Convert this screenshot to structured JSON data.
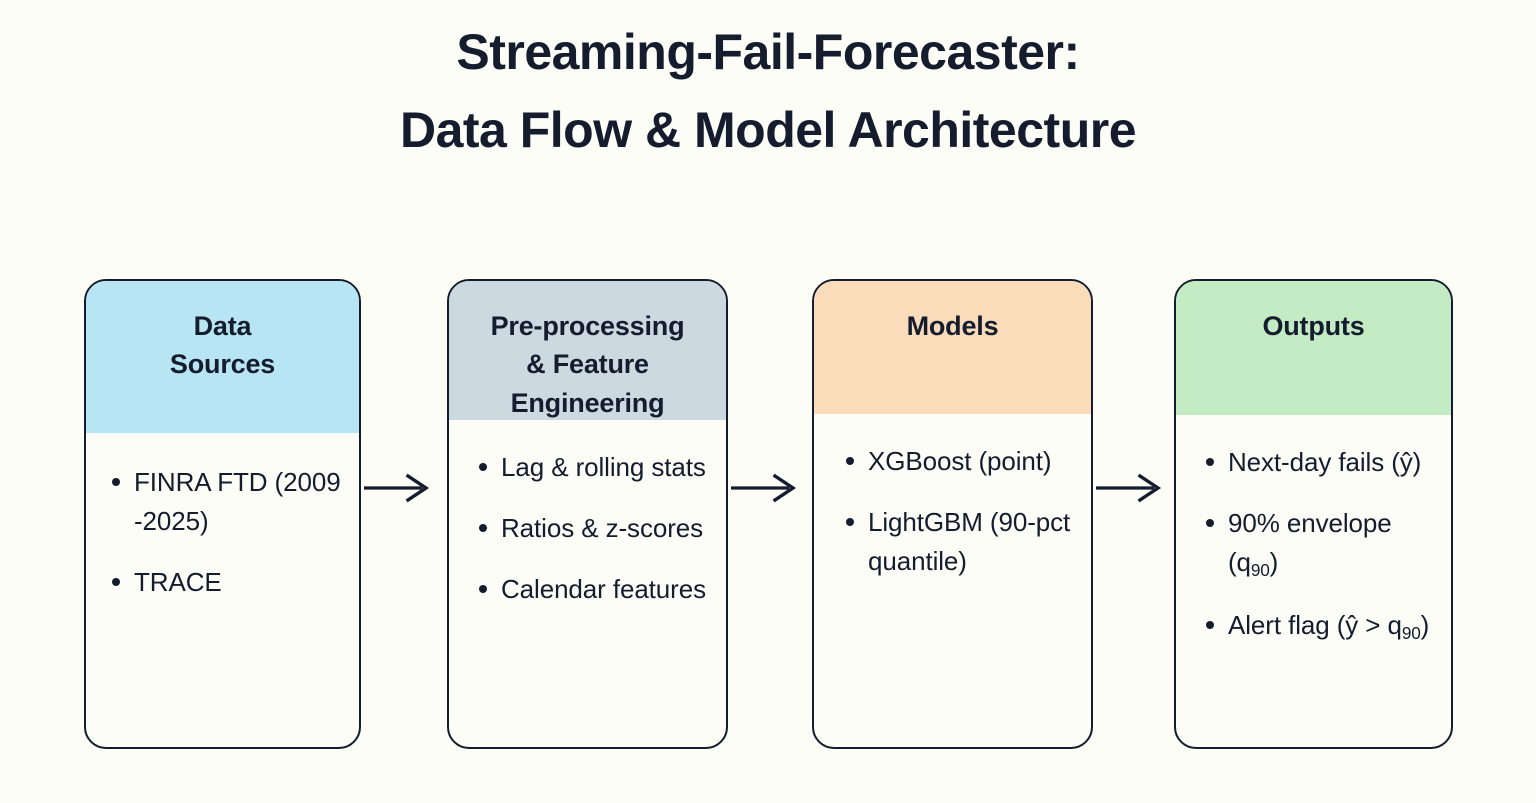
{
  "title": {
    "line1": "Streaming-Fail-Forecaster:",
    "line2": "Data Flow & Model Architecture"
  },
  "colors": {
    "background": "#fdfdf7",
    "ink": "#141c2e",
    "card_border": "#141c2e",
    "header_data_sources": "#b8e5f4",
    "header_preprocessing": "#ccd9e1",
    "header_models": "#fadcbb",
    "header_outputs": "#c4ecc4"
  },
  "flow": {
    "cards": [
      {
        "id": "data-sources",
        "header": "Data\nSources",
        "header_lines": [
          "Data",
          "Sources"
        ],
        "bullets": [
          "FINRA FTD (2009 -2025)",
          "TRACE"
        ]
      },
      {
        "id": "preprocessing",
        "header": "Pre-processing & Feature Engineering",
        "header_lines": [
          "Pre-processing",
          "& Feature",
          "Engineering"
        ],
        "bullets": [
          "Lag & rolling stats",
          "Ratios & z-scores",
          "Calendar features"
        ]
      },
      {
        "id": "models",
        "header": "Models",
        "header_lines": [
          "Models"
        ],
        "bullets": [
          "XGBoost (point)",
          "LightGBM (90-pct quantile)"
        ]
      },
      {
        "id": "outputs",
        "header": "Outputs",
        "header_lines": [
          "Outputs"
        ],
        "bullets": [
          "Next-day fails (ŷ)",
          "90% envelope (q90)",
          "Alert flag (ŷ > q90)"
        ]
      }
    ],
    "arrows": [
      {
        "from": "data-sources",
        "to": "preprocessing",
        "glyph": "arrow-right-icon"
      },
      {
        "from": "preprocessing",
        "to": "models",
        "glyph": "arrow-right-icon"
      },
      {
        "from": "models",
        "to": "outputs",
        "glyph": "arrow-right-icon"
      }
    ]
  }
}
